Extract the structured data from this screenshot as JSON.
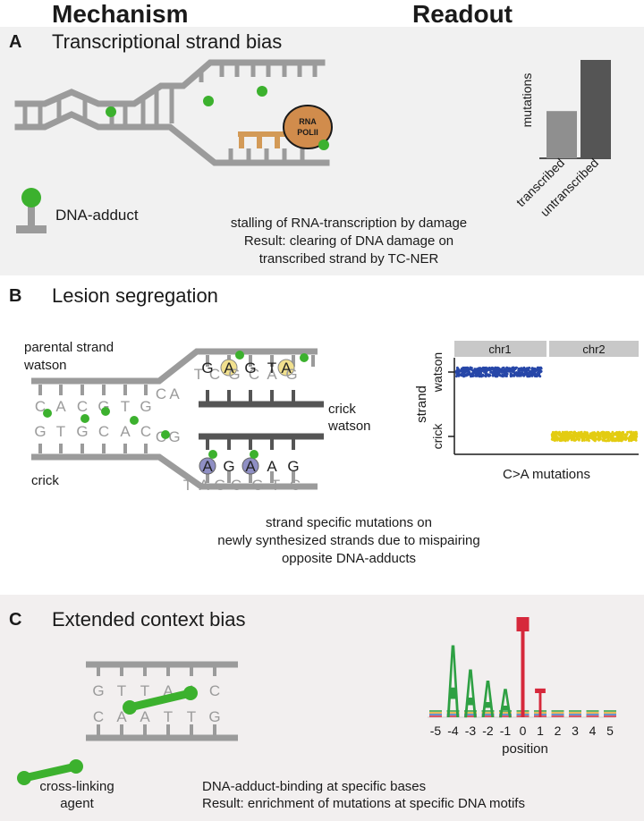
{
  "headers": {
    "mechanism": "Mechanism",
    "readout": "Readout"
  },
  "panel_a": {
    "letter": "A",
    "title": "Transcriptional strand bias",
    "rna_pol_line1": "RNA",
    "rna_pol_line2": "POLII",
    "adduct_legend": "DNA-adduct",
    "caption_line1": "stalling of RNA-transcription by damage",
    "caption_line2": "Result: clearing of DNA damage on",
    "caption_line3": "transcribed strand by TC-NER",
    "chart_data": {
      "type": "bar",
      "categories": [
        "transcribed",
        "untranscribed"
      ],
      "values": [
        0.48,
        1.0
      ],
      "colors": [
        "#8f8f8f",
        "#555555"
      ],
      "ylabel": "mutations",
      "xlabel": ""
    }
  },
  "panel_b": {
    "letter": "B",
    "title": "Lesion segregation",
    "parental_label_line1": "parental strand",
    "parental_label_line2": "watson",
    "crick_label": "crick",
    "new_crick_label": "crick",
    "new_watson_label": "watson",
    "top_template_bases": [
      "C",
      "A",
      "C",
      "G",
      "T",
      "G"
    ],
    "bottom_template_bases": [
      "G",
      "T",
      "G",
      "C",
      "A",
      "C"
    ],
    "upper_fork_template": [
      "T",
      "C",
      "G",
      "C",
      "A",
      "G"
    ],
    "upper_fork_new": [
      "G",
      "A",
      "G",
      "T",
      "A"
    ],
    "lower_fork_new": [
      "A",
      "G",
      "A",
      "A",
      "G"
    ],
    "lower_fork_template": [
      "T",
      "A",
      "G",
      "C",
      "G",
      "T",
      "C"
    ],
    "fork_gap_top": [
      "C",
      "A"
    ],
    "fork_gap_bottom": [
      "C",
      "G"
    ],
    "caption_line1": "strand specific mutations on",
    "caption_line2": "newly synthesized strands due to mispairing",
    "caption_line3": "opposite DNA-adducts",
    "chart_data": {
      "type": "scatter",
      "facets": [
        "chr1",
        "chr2"
      ],
      "ylabel": "strand",
      "yticks": [
        "watson",
        "crick"
      ],
      "xlabel": "C>A mutations",
      "series": [
        {
          "facet": "chr1",
          "strand": "watson",
          "color": "#2747a8"
        },
        {
          "facet": "chr2",
          "strand": "crick",
          "color": "#e3cc12"
        }
      ]
    }
  },
  "panel_c": {
    "letter": "C",
    "title": "Extended context bias",
    "top_bases": [
      "G",
      "T",
      "T",
      "A",
      "A",
      "C"
    ],
    "bottom_bases": [
      "C",
      "A",
      "A",
      "T",
      "T",
      "G"
    ],
    "agent_line1": "cross-linking",
    "agent_line2": "agent",
    "caption_line1": "DNA-adduct-binding at specific bases",
    "caption_line2": "Result:  enrichment of mutations at specific DNA motifs",
    "chart_data": {
      "type": "sequence-logo",
      "positions": [
        -5,
        -4,
        -3,
        -2,
        -1,
        0,
        1,
        2,
        3,
        4,
        5
      ],
      "xlabel": "position",
      "letters": [
        {
          "pos": -4,
          "letter": "A",
          "height": 0.75
        },
        {
          "pos": -3,
          "letter": "A",
          "height": 0.5
        },
        {
          "pos": -2,
          "letter": "A",
          "height": 0.38
        },
        {
          "pos": -1,
          "letter": "A",
          "height": 0.3
        },
        {
          "pos": 0,
          "letter": "T",
          "height": 1.0
        },
        {
          "pos": 1,
          "letter": "T",
          "height": 0.3
        }
      ]
    }
  }
}
